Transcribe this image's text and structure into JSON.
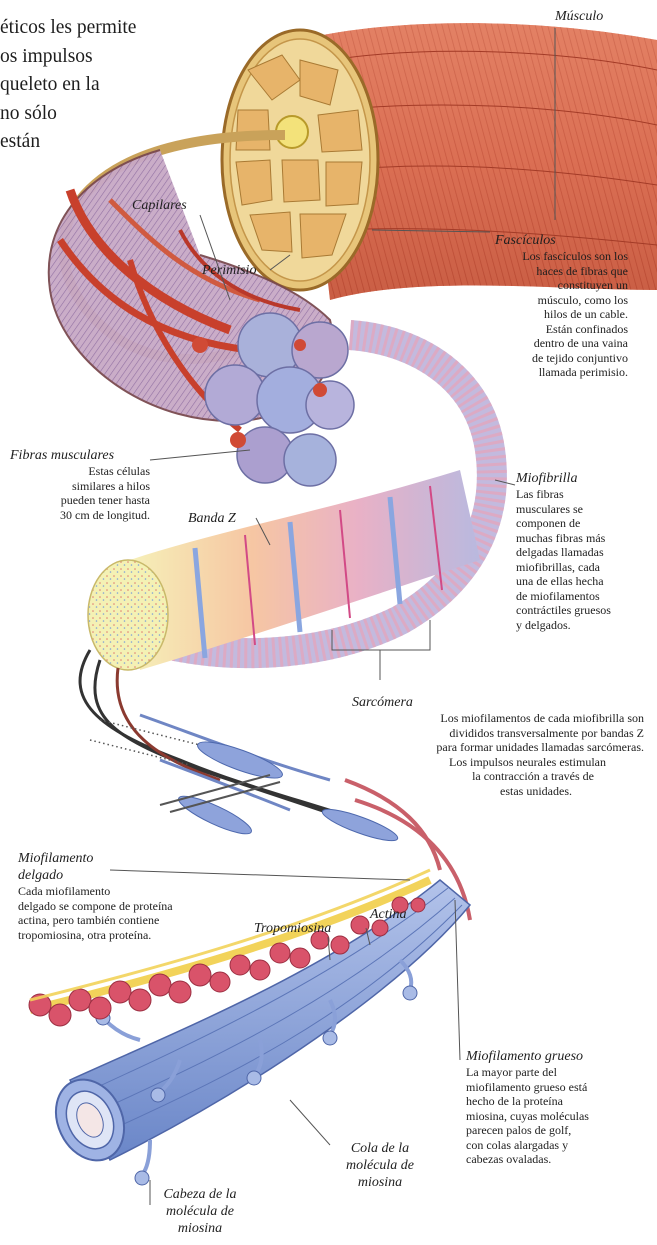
{
  "intro": {
    "lines": [
      "éticos les permite",
      "os impulsos",
      "queleto en la",
      "no sólo",
      "están"
    ]
  },
  "labels": {
    "musculo": "Músculo",
    "capilares": "Capilares",
    "perimisio": "Perimisio",
    "banda_z": "Banda Z",
    "tropomiosina": "Tropomiosina",
    "actina": "Actina"
  },
  "callouts": {
    "fasciculos": {
      "title": "Fascículos",
      "lines": [
        "Los fascículos son los",
        "haces de fibras que",
        "constituyen un",
        "músculo, como los",
        "hilos de un cable.",
        "Están confinados",
        "dentro de una vaina",
        "de tejido conjuntivo",
        "llamada perimisio."
      ]
    },
    "fibras": {
      "title": "Fibras musculares",
      "lines": [
        "Estas células",
        "similares a hilos",
        "pueden tener hasta",
        "30 cm de longitud."
      ]
    },
    "miofibrilla": {
      "title": "Miofibrilla",
      "lines": [
        "Las fibras",
        "musculares se",
        "componen de",
        "muchas fibras más",
        "delgadas llamadas",
        "miofibrillas, cada",
        "una de ellas hecha",
        "de miofilamentos",
        "contráctiles gruesos",
        "y delgados."
      ]
    },
    "sarcomera": {
      "title": "Sarcómera",
      "lines": [
        "Los miofilamentos de cada miofibrilla son",
        "divididos transversalmente por bandas Z",
        "para formar unidades llamadas sarcómeras.",
        "Los impulsos neurales estimulan",
        "la contracción a través de",
        "estas unidades."
      ]
    },
    "delgado": {
      "title": [
        "Miofilamento",
        "delgado"
      ],
      "lines": [
        "Cada miofilamento",
        "delgado se compone de proteína",
        "actina, pero también contiene",
        "tropomiosina, otra proteína."
      ]
    },
    "grueso": {
      "title": "Miofilamento grueso",
      "lines": [
        "La mayor parte del",
        "miofilamento grueso está",
        "hecho de la proteína",
        "miosina, cuyas moléculas",
        "parecen palos de golf,",
        "con colas alargadas y",
        "cabezas ovaladas."
      ]
    },
    "cola": {
      "title": [
        "Cola de la",
        "molécula de",
        "miosina"
      ]
    },
    "cabeza": {
      "title": [
        "Cabeza de la",
        "molécula de",
        "miosina"
      ]
    }
  },
  "colors": {
    "muscle": "#d9694f",
    "muscle_dark": "#b4452f",
    "vessel": "#c8402c",
    "fiber_blue": "#8f9fd0",
    "myosin_blue": "#7f98d4",
    "actin_red": "#d9536a",
    "tropo_yellow": "#f2d35a",
    "leader": "#555555"
  }
}
